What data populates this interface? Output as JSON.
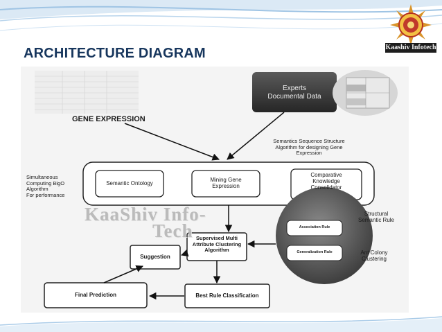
{
  "slide": {
    "title": "ARCHITECTURE DIAGRAM",
    "logo_text": "Kaashiv Infotech"
  },
  "diagram": {
    "gene_expression": "GENE EXPRESSION",
    "experts": [
      "Experts",
      "Documental Data"
    ],
    "semantics_note": [
      "Semantics Sequence Structure",
      "Algorithm for designing Gene",
      "Expression"
    ],
    "left_note": [
      "Simultaneous",
      "Computing BigO",
      "Algorithm",
      "For performance"
    ],
    "semantic_ontology": "Semantic Ontology",
    "mining": [
      "Mining Gene",
      "Expression"
    ],
    "comparative": [
      "Comparative",
      "Knowledge",
      "Consolidator"
    ],
    "watermark": [
      "KaaShiv Info-",
      "Tech"
    ],
    "structural": [
      "Structural",
      "Semantic Rule"
    ],
    "association_rule": "Association Rule",
    "generalization_rule": "Generalization Rule",
    "ant_colony": [
      "Ant Colony",
      "Clustering"
    ],
    "supervised": [
      "Supervised Multi",
      "Attribute Clustering",
      "Algorithm"
    ],
    "suggestion": "Suggestion",
    "final_prediction": "Final Prediction",
    "best_rule": "Best Rule Classification"
  }
}
